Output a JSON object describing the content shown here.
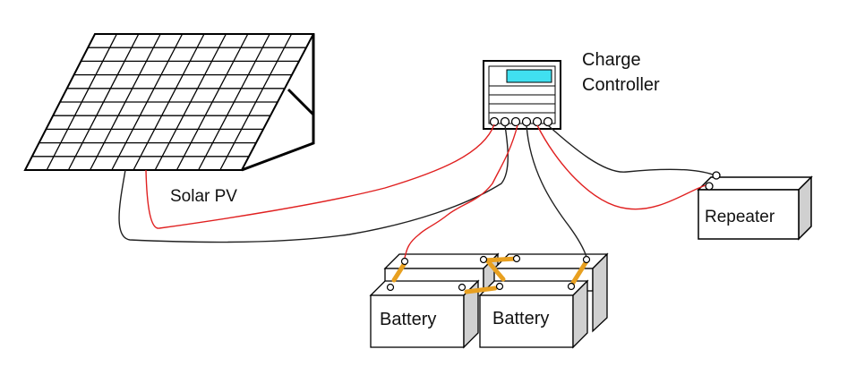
{
  "labels": {
    "charge_controller_line1": "Charge",
    "charge_controller_line2": "Controller",
    "solar_pv": "Solar PV",
    "repeater": "Repeater",
    "battery_1": "Battery",
    "battery_2": "Battery"
  },
  "colors": {
    "positive_wire": "#e02020",
    "negative_wire": "#202020",
    "battery_link": "#e8a020",
    "controller_display": "#40e0f0"
  }
}
